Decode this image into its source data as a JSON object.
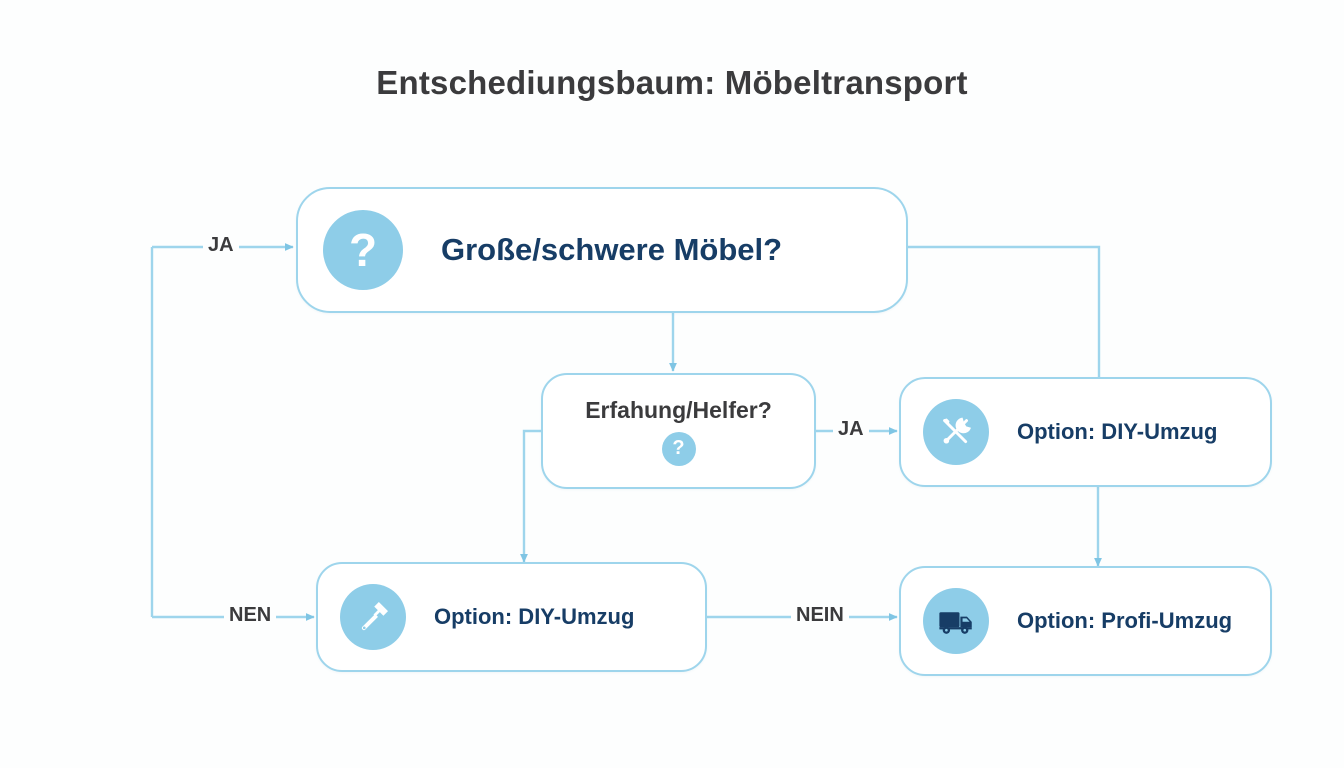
{
  "page": {
    "title": "Entschediungsbaum: Möbeltransport",
    "background": "#fdfefe",
    "accent": "#8ecde8",
    "edge_color": "#9ed5ec",
    "navy": "#173d66",
    "dark_text": "#3b3b3d"
  },
  "diagram": {
    "type": "decision-tree",
    "nodes": [
      {
        "id": "root",
        "label": "Große/schwere Möbel?",
        "kind": "decision",
        "icon": "question-mark-icon",
        "icon_glyph": "?"
      },
      {
        "id": "experience",
        "label": "Erfahung/Helfer?",
        "kind": "decision",
        "icon": "question-mark-icon",
        "icon_glyph": "?"
      },
      {
        "id": "diy-right",
        "label": "Option: DIY-Umzug",
        "kind": "outcome",
        "icon": "tools-icon"
      },
      {
        "id": "diy-bottom",
        "label": "Option: DIY-Umzug",
        "kind": "outcome",
        "icon": "hammer-icon"
      },
      {
        "id": "pro",
        "label": "Option: Profi-Umzug",
        "kind": "outcome",
        "icon": "truck-icon"
      }
    ],
    "edges": [
      {
        "id": "e-ja-root",
        "label": "JA",
        "from": "left-rail",
        "to": "root"
      },
      {
        "id": "e-root-exp",
        "label": "",
        "from": "root",
        "to": "experience"
      },
      {
        "id": "e-root-diyright",
        "label": "",
        "from": "root",
        "to": "diy-right"
      },
      {
        "id": "e-exp-ja",
        "label": "JA",
        "from": "experience",
        "to": "diy-right"
      },
      {
        "id": "e-exp-diybottom",
        "label": "",
        "from": "experience",
        "to": "diy-bottom"
      },
      {
        "id": "e-nen-diybottom",
        "label": "NEN",
        "from": "left-rail",
        "to": "diy-bottom"
      },
      {
        "id": "e-nein-pro",
        "label": "NEIN",
        "from": "diy-bottom",
        "to": "pro"
      },
      {
        "id": "e-diyright-pro",
        "label": "",
        "from": "diy-right",
        "to": "pro"
      }
    ]
  }
}
